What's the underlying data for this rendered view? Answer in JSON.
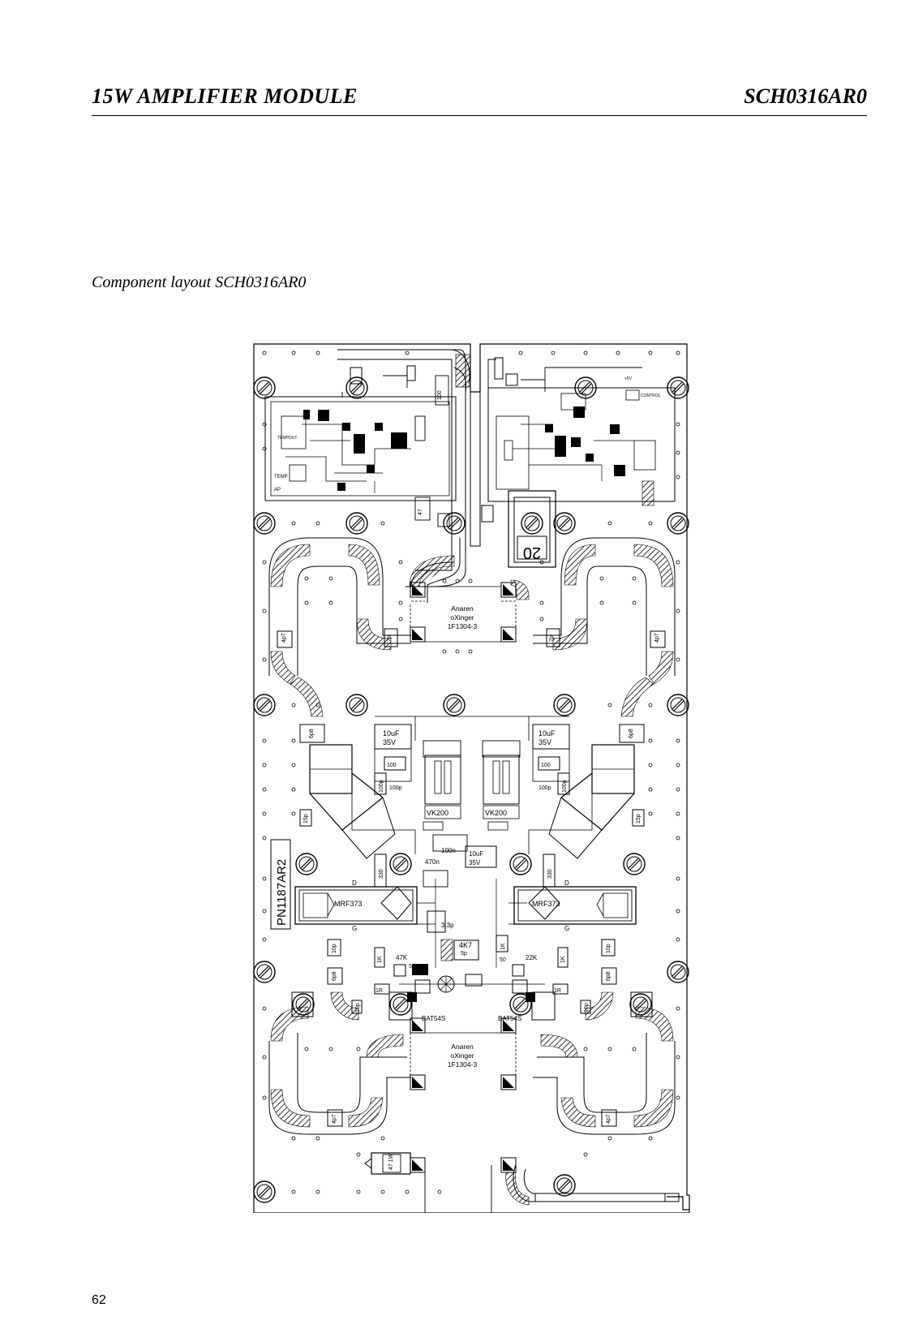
{
  "header": {
    "title": "15W AMPLIFIER MODULE",
    "code": "SCH0316AR0"
  },
  "caption": "Component layout SCH0316AR0",
  "page_number": "62",
  "pcb_labels": {
    "board_id": "PN1187AR2",
    "coupler_top": [
      "Anaren",
      "oXinger",
      "1F1304-3"
    ],
    "coupler_bottom": [
      "Anaren",
      "oXinger",
      "1F1304-3"
    ],
    "transistor_left": "MRF373",
    "transistor_right": "MRF373",
    "pin_d": "D",
    "pin_g": "G",
    "cap_10uf": "10uF",
    "cap_35v": "35V",
    "vk200": "VK200",
    "val_100p": "100p",
    "val_100": "100",
    "val_15p": "15p",
    "val_330": "330",
    "val_10p": "10p",
    "val_6p8": "6p8",
    "val_47k": "47K",
    "val_22k": "22K",
    "val_4k7": "4K7",
    "val_100n": "100n",
    "val_470n": "470n",
    "val_1k": "1K",
    "val_4p7": "4p7",
    "val_bat54s": "BAT54S",
    "val_1r": "1R",
    "val_20": "20",
    "val_47_1w": "47 1W",
    "val_plus5v": "+5V",
    "val_control": "CONTROL",
    "val_temp": "TEMP",
    "val_temp_out": "TEMPOUT",
    "val_ap": "AP",
    "val_47": "47",
    "val_33p": "3.3p",
    "val_5p": "5p",
    "val_50": "50",
    "val_7p": "7p"
  }
}
